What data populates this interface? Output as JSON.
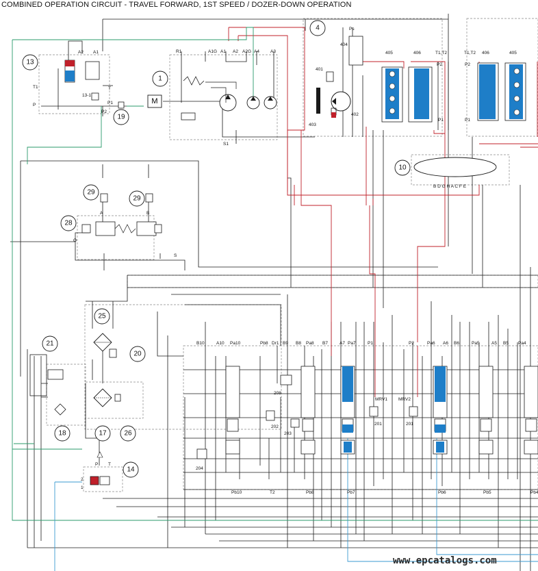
{
  "title": "COMBINED OPERATION CIRCUIT - TRAVEL FORWARD, 1ST SPEED / DOZER-DOWN OPERATION",
  "watermark": "www.epcatalogs.com",
  "colors": {
    "line": "#1a1a1a",
    "pressure": "#c0202a",
    "pilot": "#2a9a6a",
    "return": "#3a9ad0",
    "spool": "#1e7ec8",
    "box": "#777777"
  },
  "components": [
    {
      "id": "1",
      "name": "pump"
    },
    {
      "id": "4",
      "name": "travel-motor"
    },
    {
      "id": "10",
      "name": "swivel-joint"
    },
    {
      "id": "13",
      "name": "pilot-valve"
    },
    {
      "id": "14",
      "name": "dozer-pilot-valve"
    },
    {
      "id": "17",
      "name": "filter"
    },
    {
      "id": "18",
      "name": "cooler"
    },
    {
      "id": "19",
      "name": "restrictor"
    },
    {
      "id": "20",
      "name": "check-valve"
    },
    {
      "id": "21",
      "name": "hydraulic-tank"
    },
    {
      "id": "25",
      "name": "strainer"
    },
    {
      "id": "26",
      "name": "bypass-valve"
    },
    {
      "id": "28",
      "name": "solenoid-valve"
    },
    {
      "id": "29",
      "name": "pilot-check-valve"
    },
    {
      "id": "29",
      "name": "pilot-check-valve"
    }
  ],
  "port_labels": [
    {
      "text": "R1",
      "k": "r1"
    },
    {
      "text": "A1G",
      "k": "a1g"
    },
    {
      "text": "A1",
      "k": "a1"
    },
    {
      "text": "A2",
      "k": "a2p"
    },
    {
      "text": "A2G",
      "k": "a2g"
    },
    {
      "text": "A4",
      "k": "a4"
    },
    {
      "text": "A3",
      "k": "a3"
    },
    {
      "text": "S1",
      "k": "s1"
    },
    {
      "text": "A2",
      "k": "a2v"
    },
    {
      "text": "A1",
      "k": "a1v"
    },
    {
      "text": "T1",
      "k": "t1"
    },
    {
      "text": "P",
      "k": "pv"
    },
    {
      "text": "T",
      "k": "tv"
    },
    {
      "text": "13-1",
      "k": "v131"
    },
    {
      "text": "P1",
      "k": "p1v"
    },
    {
      "text": "P2",
      "k": "p2v"
    },
    {
      "text": "Ps",
      "k": "ps"
    },
    {
      "text": "404",
      "k": "n404"
    },
    {
      "text": "405",
      "k": "n405a"
    },
    {
      "text": "406",
      "k": "n406a"
    },
    {
      "text": "T1,T2",
      "k": "t1t2a"
    },
    {
      "text": "T1,T2",
      "k": "t1t2b"
    },
    {
      "text": "406",
      "k": "n406b"
    },
    {
      "text": "405",
      "k": "n405b"
    },
    {
      "text": "401",
      "k": "n401"
    },
    {
      "text": "P2",
      "k": "p2m"
    },
    {
      "text": "P2",
      "k": "p2mb"
    },
    {
      "text": "402",
      "k": "n402"
    },
    {
      "text": "403",
      "k": "n403"
    },
    {
      "text": "P1",
      "k": "p1m"
    },
    {
      "text": "P1",
      "k": "p1mb"
    },
    {
      "text": "B D G H A C F E",
      "k": "swiv"
    },
    {
      "text": "A",
      "k": "a28"
    },
    {
      "text": "B",
      "k": "b28"
    },
    {
      "text": "O",
      "k": "o28"
    },
    {
      "text": "S",
      "k": "s28"
    },
    {
      "text": "B10",
      "k": "b10"
    },
    {
      "text": "A10",
      "k": "a10"
    },
    {
      "text": "Pa10",
      "k": "pa10"
    },
    {
      "text": "Pb8",
      "k": "pb8t"
    },
    {
      "text": "Dr1",
      "k": "dr1"
    },
    {
      "text": "B9",
      "k": "b9"
    },
    {
      "text": "B8",
      "k": "b8"
    },
    {
      "text": "Pa8",
      "k": "pa8"
    },
    {
      "text": "B7",
      "k": "b7"
    },
    {
      "text": "A7",
      "k": "a7"
    },
    {
      "text": "Pa7",
      "k": "pa7"
    },
    {
      "text": "P1",
      "k": "p1c"
    },
    {
      "text": "P2",
      "k": "p2c"
    },
    {
      "text": "Pa6",
      "k": "pa6"
    },
    {
      "text": "A6",
      "k": "a6"
    },
    {
      "text": "B6",
      "k": "b6"
    },
    {
      "text": "Pa5",
      "k": "pa5"
    },
    {
      "text": "A5",
      "k": "a5"
    },
    {
      "text": "B5",
      "k": "b5"
    },
    {
      "text": "Pa4",
      "k": "pa4"
    },
    {
      "text": "MRV1",
      "k": "mrv1"
    },
    {
      "text": "MRV2",
      "k": "mrv2"
    },
    {
      "text": "201",
      "k": "n201a"
    },
    {
      "text": "201",
      "k": "n201b"
    },
    {
      "text": "208",
      "k": "n208"
    },
    {
      "text": "202",
      "k": "n202"
    },
    {
      "text": "203",
      "k": "n203"
    },
    {
      "text": "204",
      "k": "n204"
    },
    {
      "text": "Pb10",
      "k": "pb10"
    },
    {
      "text": "T2",
      "k": "t2"
    },
    {
      "text": "Pb8",
      "k": "pb8b"
    },
    {
      "text": "Pb7",
      "k": "pb7"
    },
    {
      "text": "Pb6",
      "k": "pb6"
    },
    {
      "text": "Pb5",
      "k": "pb5"
    },
    {
      "text": "Pb4",
      "k": "pb4"
    },
    {
      "text": "P",
      "k": "p14"
    },
    {
      "text": "T",
      "k": "t14"
    },
    {
      "text": "2",
      "k": "two14"
    },
    {
      "text": "1",
      "k": "one14"
    }
  ]
}
